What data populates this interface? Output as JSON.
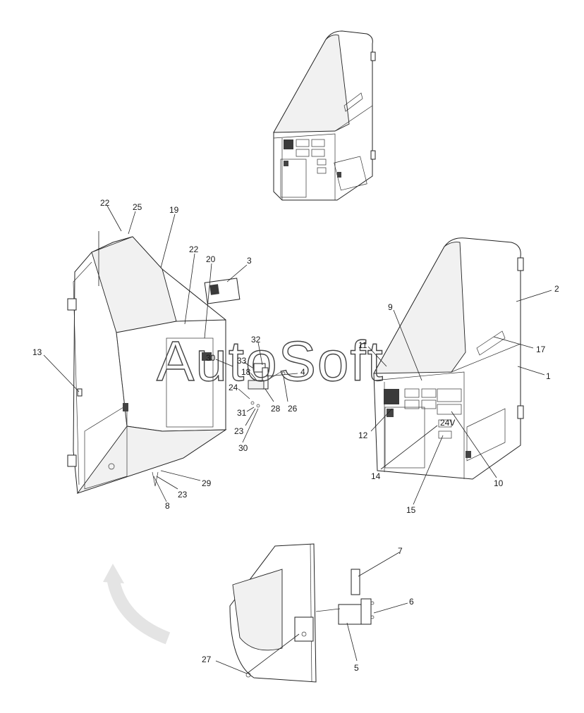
{
  "watermark": "AutoSoft",
  "callouts": [
    {
      "id": "c22a",
      "text": "22"
    },
    {
      "id": "c25",
      "text": "25"
    },
    {
      "id": "c19",
      "text": "19"
    },
    {
      "id": "c22b",
      "text": "22"
    },
    {
      "id": "c20",
      "text": "20"
    },
    {
      "id": "c3",
      "text": "3"
    },
    {
      "id": "c13",
      "text": "13"
    },
    {
      "id": "c32",
      "text": "32"
    },
    {
      "id": "c30a",
      "text": "30"
    },
    {
      "id": "c33",
      "text": "33"
    },
    {
      "id": "c18",
      "text": "18"
    },
    {
      "id": "c4",
      "text": "4"
    },
    {
      "id": "c24",
      "text": "24"
    },
    {
      "id": "c31",
      "text": "31"
    },
    {
      "id": "c28",
      "text": "28"
    },
    {
      "id": "c26",
      "text": "26"
    },
    {
      "id": "c23a",
      "text": "23"
    },
    {
      "id": "c30b",
      "text": "30"
    },
    {
      "id": "c29",
      "text": "29"
    },
    {
      "id": "c23b",
      "text": "23"
    },
    {
      "id": "c8",
      "text": "8"
    },
    {
      "id": "c9",
      "text": "9"
    },
    {
      "id": "c11",
      "text": "11"
    },
    {
      "id": "c2",
      "text": "2"
    },
    {
      "id": "c17",
      "text": "17"
    },
    {
      "id": "c1",
      "text": "1"
    },
    {
      "id": "c12",
      "text": "12"
    },
    {
      "id": "c14",
      "text": "14"
    },
    {
      "id": "c10",
      "text": "10"
    },
    {
      "id": "c15",
      "text": "15"
    },
    {
      "id": "c7",
      "text": "7"
    },
    {
      "id": "c6",
      "text": "6"
    },
    {
      "id": "c5",
      "text": "5"
    },
    {
      "id": "c27",
      "text": "27"
    }
  ],
  "labels": {
    "voltage_badge": "24V"
  }
}
